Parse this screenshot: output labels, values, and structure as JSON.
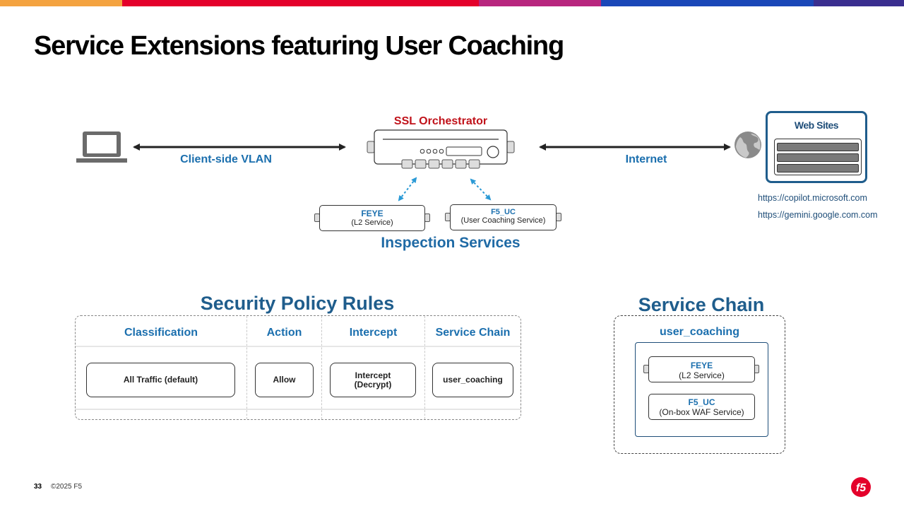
{
  "colors": {
    "top_bar": [
      "#f4a340",
      "#e4002b",
      "#e4002b",
      "#b8267e",
      "#1a47b8",
      "#3a2e8f"
    ],
    "accent_blue": "#1b6fae",
    "heading_navy": "#1f5d8c",
    "sslo_red": "#c0121a",
    "f5_red": "#e4002b"
  },
  "slide": {
    "title": "Service Extensions featuring User Coaching",
    "page_number": "33",
    "copyright": "©2025 F5"
  },
  "topology": {
    "client_icon": "laptop-icon",
    "client_link_label": "Client-side VLAN",
    "orchestrator_title": "SSL Orchestrator",
    "internet_label": "Internet",
    "internet_icon": "globe-icon",
    "web_sites": {
      "title": "Web Sites",
      "urls": [
        "https://copilot.microsoft.com",
        "https://gemini.google.com.com"
      ]
    },
    "inspection_services": {
      "title": "Inspection Services",
      "services": [
        {
          "name": "FEYE",
          "sub": "(L2 Service)"
        },
        {
          "name": "F5_UC",
          "sub": "(User Coaching Service)"
        }
      ]
    }
  },
  "security_policy": {
    "title": "Security Policy Rules",
    "headers": [
      "Classification",
      "Action",
      "Intercept",
      "Service Chain"
    ],
    "rows": [
      {
        "classification": "All Traffic (default)",
        "action": "Allow",
        "intercept": "Intercept\n(Decrypt)",
        "service_chain": "user_coaching"
      }
    ]
  },
  "service_chain": {
    "title": "Service Chain",
    "chain_name": "user_coaching",
    "services": [
      {
        "name": "FEYE",
        "sub": "(L2 Service)"
      },
      {
        "name": "F5_UC",
        "sub": "(On-box WAF Service)"
      }
    ]
  },
  "logo_text": "f5"
}
